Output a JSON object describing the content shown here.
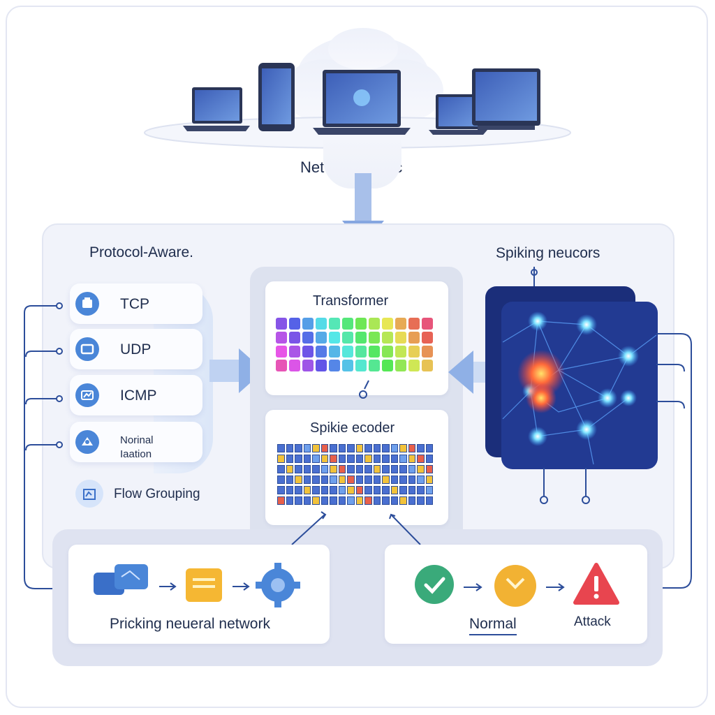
{
  "header": {
    "title": "Network Traffic"
  },
  "protocol_panel": {
    "title": "Protocol-Aware.",
    "items": [
      {
        "label": "TCP",
        "icon": "tcp-icon"
      },
      {
        "label": "UDP",
        "icon": "udp-icon"
      },
      {
        "label": "ICMP",
        "icon": "icmp-icon"
      },
      {
        "label_line1": "Norinal",
        "label_line2": "Iaation",
        "icon": "normalization-icon"
      }
    ],
    "flow_grouping": "Flow Grouping"
  },
  "transformer": {
    "title": "Transformer"
  },
  "spike_encoder": {
    "title": "Spikie ecoder"
  },
  "spiking": {
    "title": "Spiking neucors"
  },
  "pipeline": {
    "label": "Pricking neueral network"
  },
  "output": {
    "normal_label": "Normal",
    "attack_label": "Attack"
  },
  "colors": {
    "accent": "#4a86d8",
    "normal": "#3aaa7a",
    "warning": "#f2b233",
    "attack": "#e8454f",
    "panel": "#f1f3fa"
  }
}
